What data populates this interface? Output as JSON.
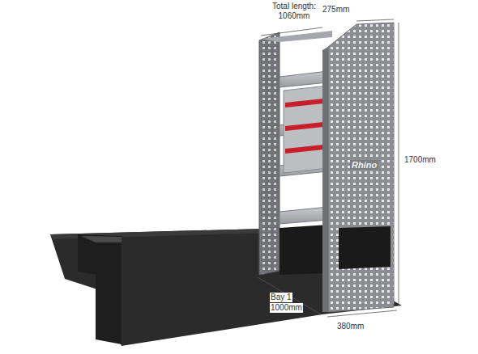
{
  "diagram": {
    "labels": [
      "Total length: 1060mm",
      "275mm",
      "1700mm",
      "Bay 1",
      "1000mm",
      "380mm",
      "Rhino"
    ]
  }
}
